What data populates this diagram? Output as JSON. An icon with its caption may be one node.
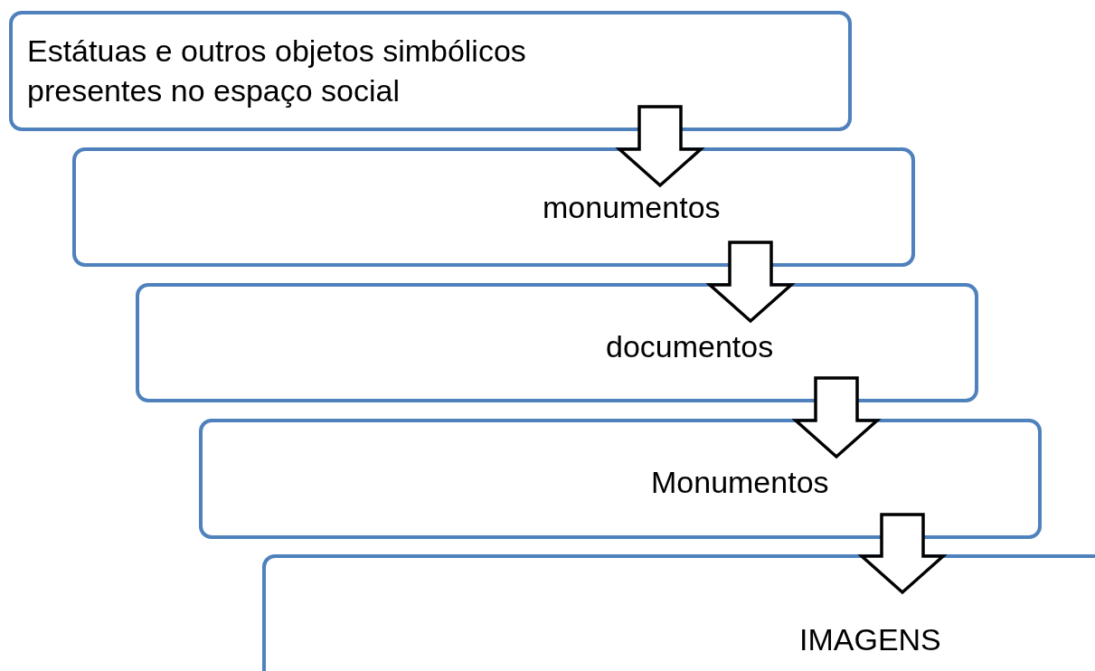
{
  "diagram": {
    "nodes": [
      {
        "text": [
          "Estátuas e outros objetos simbólicos presentes no espaço social"
        ]
      },
      {
        "text": [
          "monumentos"
        ]
      },
      {
        "text": [
          "documentos"
        ]
      },
      {
        "text": [
          "Monumentos"
        ]
      },
      {
        "text": [
          "IMAGENS"
        ]
      }
    ],
    "edges": [
      {
        "from": 0,
        "to": 1,
        "arrow": "to"
      },
      {
        "from": 1,
        "to": 2,
        "arrow": "to"
      },
      {
        "from": 2,
        "to": 3,
        "arrow": "to"
      },
      {
        "from": 3,
        "to": 4,
        "arrow": "to"
      }
    ]
  }
}
